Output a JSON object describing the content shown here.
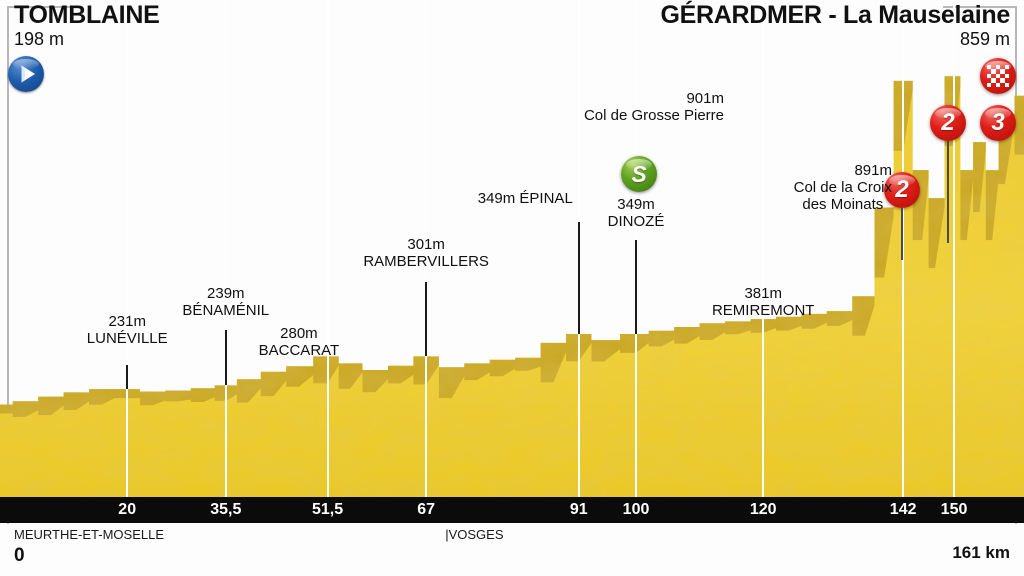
{
  "header": {
    "start": {
      "city": "TOMBLAINE",
      "altitude": "198 m",
      "icon": "start-play-icon"
    },
    "finish": {
      "city": "GÉRARDMER - La Mauselaine",
      "altitude": "859 m",
      "icon": "checkered-flag-icon"
    }
  },
  "colors": {
    "terrain_fill": "#F0CE2B",
    "terrain_top": "#C9A521",
    "axis_bar": "#0B0B0B",
    "category_badge": "#E01F18",
    "sprint_badge": "#5EA320",
    "start_badge": "#1F5FAD",
    "tick_line": "#FFFFFF"
  },
  "annotations": [
    {
      "altitude": "231m",
      "name": "LUNÉVILLE",
      "km": 20,
      "align": "center"
    },
    {
      "altitude": "239m",
      "name": "BÉNAMÉNIL",
      "km": 35.5,
      "align": "center"
    },
    {
      "altitude": "280m",
      "name": "BACCARAT",
      "km": 47,
      "align": "center"
    },
    {
      "altitude": "301m",
      "name": "RAMBERVILLERS",
      "km": 67,
      "align": "center"
    },
    {
      "altitude": "349m",
      "name": "ÉPINAL",
      "km": 91,
      "align": "right",
      "inline": true
    },
    {
      "altitude": "349m",
      "name": "DINOZÉ",
      "km": 100,
      "align": "center"
    },
    {
      "altitude": "381m",
      "name": "REMIREMONT",
      "km": 120,
      "align": "center"
    }
  ],
  "climbs": [
    {
      "altitude": "901m",
      "name": "Col de Grosse Pierre",
      "category": "2",
      "km": 150
    },
    {
      "altitude": "891m",
      "name": "Col de la Croix des Moinats",
      "category": "2",
      "km": 142
    }
  ],
  "finish_markers": [
    {
      "type": "checkered",
      "km": 161
    },
    {
      "type": "category",
      "label": "3",
      "km": 161
    }
  ],
  "sprint": {
    "label": "S",
    "altitude": "349m",
    "name": "DINOZÉ",
    "km": 100
  },
  "axis": {
    "ticks": [
      "20",
      "35,5",
      "51,5",
      "67",
      "91",
      "100",
      "120",
      "142",
      "150"
    ],
    "tick_km": [
      20,
      35.5,
      51.5,
      67,
      91,
      100,
      120,
      142,
      150
    ],
    "start_label": "0",
    "total_label": "161 km",
    "regions": [
      {
        "label": "MEURTHE-ET-MOSELLE",
        "km": 0
      },
      {
        "label": "|VOSGES",
        "km": 70
      }
    ]
  },
  "chart_data": {
    "type": "area",
    "title": "TOMBLAINE — GÉRARDMER - La Mauselaine",
    "xlabel": "km",
    "ylabel": "m",
    "xlim": [
      0,
      161
    ],
    "ylim": [
      0,
      1000
    ],
    "grid": false,
    "legend": "none",
    "x": [
      0,
      4,
      8,
      12,
      16,
      20,
      24,
      28,
      32,
      35.5,
      39,
      43,
      47,
      51.5,
      55,
      59,
      63,
      67,
      71,
      75,
      79,
      83,
      87,
      91,
      95,
      100,
      104,
      108,
      112,
      116,
      120,
      124,
      128,
      132,
      136,
      139,
      142,
      145,
      147,
      150,
      152,
      154,
      156,
      158,
      161
    ],
    "y": [
      198,
      205,
      215,
      224,
      231,
      231,
      226,
      228,
      233,
      239,
      252,
      268,
      280,
      301,
      286,
      272,
      281,
      301,
      278,
      286,
      294,
      298,
      330,
      349,
      336,
      349,
      356,
      364,
      372,
      376,
      381,
      386,
      392,
      398,
      430,
      620,
      891,
      700,
      640,
      901,
      700,
      760,
      700,
      820,
      859
    ]
  }
}
